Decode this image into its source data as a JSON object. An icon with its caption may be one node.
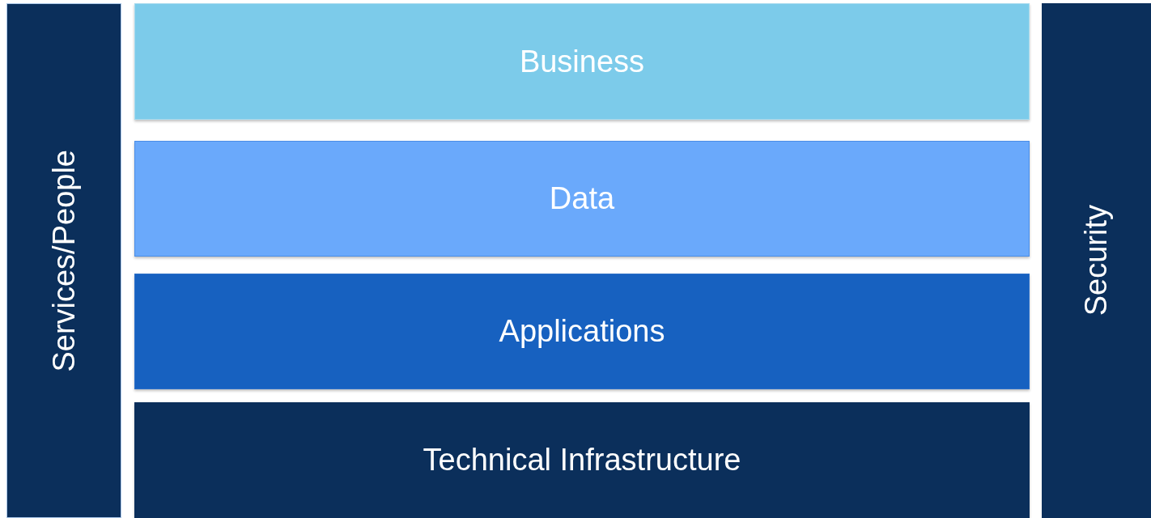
{
  "diagram": {
    "nodes": [
      {
        "text": [
          "Services/People"
        ]
      },
      {
        "text": [
          "Business"
        ]
      },
      {
        "text": [
          "Data"
        ]
      },
      {
        "text": [
          "Applications"
        ]
      },
      {
        "text": [
          "Technical Infrastructure"
        ]
      },
      {
        "text": [
          "Security"
        ]
      }
    ]
  }
}
